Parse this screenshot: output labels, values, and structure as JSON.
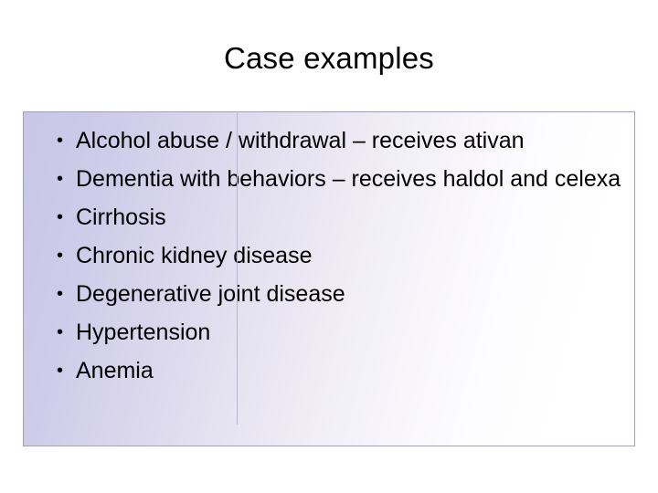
{
  "slide": {
    "title": "Case examples",
    "bullets": [
      "Alcohol abuse / withdrawal – receives ativan",
      "Dementia with behaviors – receives haldol and celexa",
      "Cirrhosis",
      "Chronic kidney disease",
      "Degenerative joint disease",
      "Hypertension",
      "Anemia"
    ],
    "colors": {
      "box_border": "#9f9fc4",
      "gradient_start": "#c9c6e6",
      "gradient_end": "#ffffff",
      "text": "#000000",
      "divider": "#b9b6d2"
    }
  }
}
